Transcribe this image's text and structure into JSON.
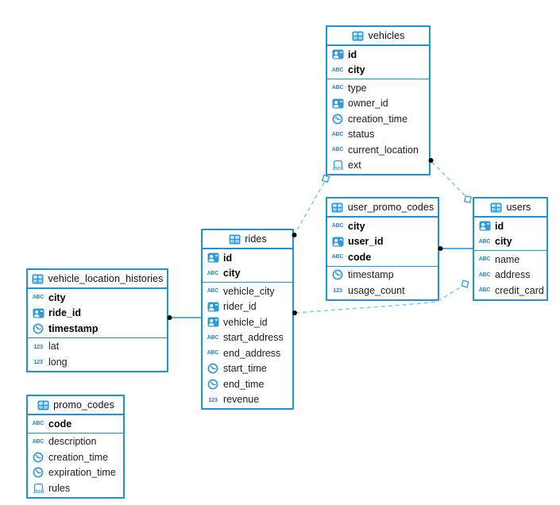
{
  "diagram": {
    "kind": "entity-relationship-diagram",
    "colors": {
      "accent": "#1e93d2",
      "icon_blue": "#2e9ad6",
      "dashed_line": "#7cc3e9",
      "dot": "#000000"
    },
    "tables": [
      {
        "name": "vehicles",
        "key_columns": [
          {
            "label": "id",
            "icon": "uuid"
          },
          {
            "label": "city",
            "icon": "string"
          }
        ],
        "columns": [
          {
            "label": "type",
            "icon": "string"
          },
          {
            "label": "owner_id",
            "icon": "uuid"
          },
          {
            "label": "creation_time",
            "icon": "time"
          },
          {
            "label": "status",
            "icon": "string"
          },
          {
            "label": "current_location",
            "icon": "string"
          },
          {
            "label": "ext",
            "icon": "json"
          }
        ]
      },
      {
        "name": "user_promo_codes",
        "key_columns": [
          {
            "label": "city",
            "icon": "string"
          },
          {
            "label": "user_id",
            "icon": "uuid"
          },
          {
            "label": "code",
            "icon": "string"
          }
        ],
        "columns": [
          {
            "label": "timestamp",
            "icon": "time"
          },
          {
            "label": "usage_count",
            "icon": "number"
          }
        ]
      },
      {
        "name": "users",
        "key_columns": [
          {
            "label": "id",
            "icon": "uuid"
          },
          {
            "label": "city",
            "icon": "string"
          }
        ],
        "columns": [
          {
            "label": "name",
            "icon": "string"
          },
          {
            "label": "address",
            "icon": "string"
          },
          {
            "label": "credit_card",
            "icon": "string"
          }
        ]
      },
      {
        "name": "rides",
        "key_columns": [
          {
            "label": "id",
            "icon": "uuid"
          },
          {
            "label": "city",
            "icon": "string"
          }
        ],
        "columns": [
          {
            "label": "vehicle_city",
            "icon": "string"
          },
          {
            "label": "rider_id",
            "icon": "uuid"
          },
          {
            "label": "vehicle_id",
            "icon": "uuid"
          },
          {
            "label": "start_address",
            "icon": "string"
          },
          {
            "label": "end_address",
            "icon": "string"
          },
          {
            "label": "start_time",
            "icon": "time"
          },
          {
            "label": "end_time",
            "icon": "time"
          },
          {
            "label": "revenue",
            "icon": "number"
          }
        ]
      },
      {
        "name": "vehicle_location_histories",
        "key_columns": [
          {
            "label": "city",
            "icon": "string"
          },
          {
            "label": "ride_id",
            "icon": "uuid"
          },
          {
            "label": "timestamp",
            "icon": "time"
          }
        ],
        "columns": [
          {
            "label": "lat",
            "icon": "number"
          },
          {
            "label": "long",
            "icon": "number"
          }
        ]
      },
      {
        "name": "promo_codes",
        "key_columns": [
          {
            "label": "code",
            "icon": "string"
          }
        ],
        "columns": [
          {
            "label": "description",
            "icon": "string"
          },
          {
            "label": "creation_time",
            "icon": "time"
          },
          {
            "label": "expiration_time",
            "icon": "time"
          },
          {
            "label": "rules",
            "icon": "json"
          }
        ]
      }
    ],
    "relations": [
      {
        "from": "rides",
        "to": "vehicles",
        "style": "dashed",
        "from_marker": "dot",
        "to_marker": "square"
      },
      {
        "from": "vehicles",
        "to": "users",
        "style": "dashed",
        "from_marker": "dot",
        "to_marker": "square"
      },
      {
        "from": "user_promo_codes",
        "to": "users",
        "style": "solid",
        "from_marker": "dot",
        "to_marker": "none"
      },
      {
        "from": "rides",
        "to": "users",
        "style": "dashed",
        "from_marker": "dot",
        "to_marker": "square"
      },
      {
        "from": "vehicle_location_histories",
        "to": "rides",
        "style": "solid",
        "from_marker": "dot",
        "to_marker": "none"
      }
    ]
  }
}
